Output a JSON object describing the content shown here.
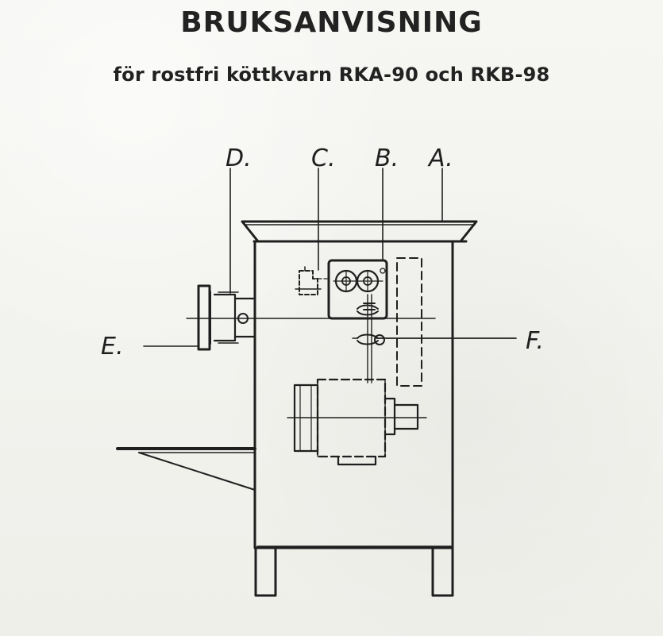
{
  "document": {
    "title": "BRUKSANVISNING",
    "subtitle": "för rostfri köttkvarn RKA-90 och RKB-98"
  },
  "diagram": {
    "labels": {
      "A": "A.",
      "B": "B.",
      "C": "C.",
      "D": "D.",
      "E": "E.",
      "F": "F."
    }
  },
  "colors": {
    "ink": "#1f1f1f",
    "paper": "#f3f3f0"
  }
}
